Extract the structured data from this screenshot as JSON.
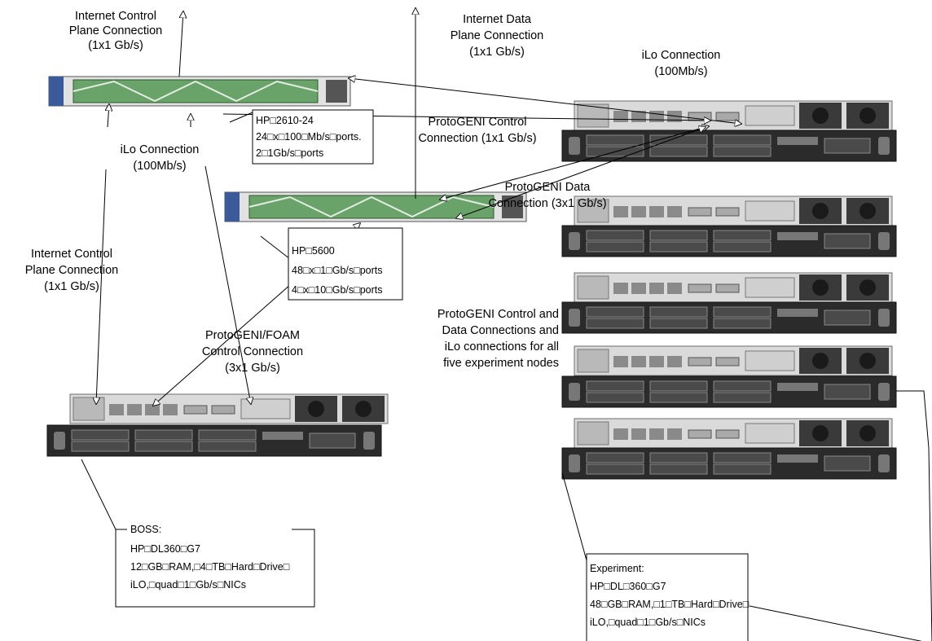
{
  "labels": {
    "internet_control_top": [
      "Internet Control",
      "Plane Connection",
      "(1x1 Gb/s)"
    ],
    "internet_data": [
      "Internet Data",
      "Plane Connection",
      "(1x1 Gb/s)"
    ],
    "ilo_right": [
      "iLo Connection",
      "(100Mb/s)"
    ],
    "protogeni_control": [
      "ProtoGENI Control",
      "Connection (1x1 Gb/s)"
    ],
    "ilo_left": [
      "iLo Connection",
      "(100Mb/s)"
    ],
    "protogeni_data": [
      "ProtoGENI Data",
      "Connection (3x1 Gb/s)"
    ],
    "internet_control_left": [
      "Internet Control",
      "Plane Connection",
      "(1x1 Gb/s)"
    ],
    "protogeni_foam": [
      "ProtoGENI/FOAM",
      "Control Connection",
      "(3x1 Gb/s)"
    ],
    "protogeni_all": [
      "ProtoGENI Control and",
      "Data Connections and",
      "iLo connections for all",
      "five experiment nodes"
    ]
  },
  "spec_boxes": {
    "hp2610": [
      "HP□2610-24",
      "24□x□100□Mb/s□ports.",
      "2□1Gb/s□ports"
    ],
    "hp5600": [
      "HP□5600",
      "48□x□1□Gb/s□ports",
      "4□x□10□Gb/s□ports"
    ],
    "boss": [
      "BOSS:",
      "HP□DL360□G7",
      "12□GB□RAM,□4□TB□Hard□Drive□",
      "iLO,□quad□1□Gb/s□NICs"
    ],
    "experiment": [
      "Experiment:",
      "HP□DL□360□G7",
      "48□GB□RAM,□1□TB□Hard□Drive□",
      "iLO,□quad□1□Gb/s□NICs"
    ]
  },
  "colors": {
    "switch_green": "#6aa36a",
    "rack_dark": "#2b2b2b",
    "rack_light": "#d4d4d4"
  }
}
